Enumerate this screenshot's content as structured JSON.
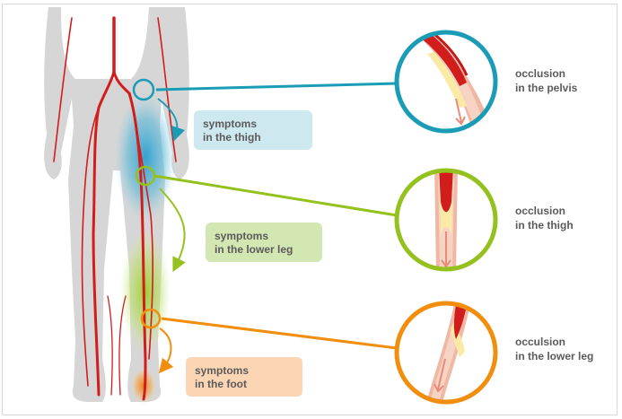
{
  "symptom_boxes": {
    "thigh": {
      "line1": "symptoms",
      "line2": "in the thigh"
    },
    "lower_leg": {
      "line1": "symptoms",
      "line2": "in the lower leg"
    },
    "foot": {
      "line1": "symptoms",
      "line2": "in the foot"
    }
  },
  "occlusion_labels": {
    "pelvis": {
      "line1": "occlusion",
      "line2": "in the pelvis"
    },
    "thigh": {
      "line1": "occlusion",
      "line2": "in the thigh"
    },
    "lower_leg": {
      "line1": "occulsion",
      "line2": "in the lower leg"
    }
  },
  "colors": {
    "pelvis_accent": "#1a9cb6",
    "thigh_accent": "#95c11f",
    "lower_leg_accent": "#f18e0e",
    "artery_red": "#d21d1d",
    "body_gray": "#d6d6d6",
    "vessel_wall": "#efb7a4",
    "plaque_yellow": "#fbeaa6"
  }
}
